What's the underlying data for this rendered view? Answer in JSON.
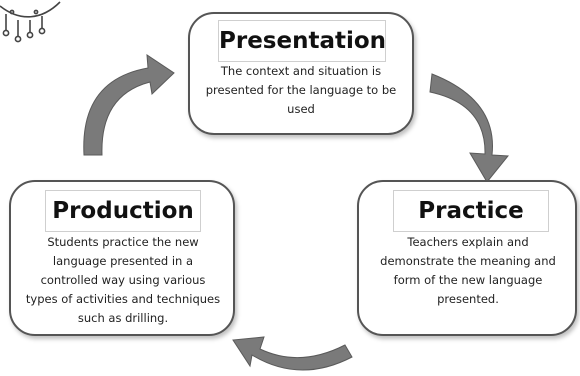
{
  "colors": {
    "arrow_fill": "#7a7a7a",
    "box_border": "#555555",
    "title_border": "#cfcfcf",
    "decoration": "#444444"
  },
  "icons": [
    "circuit-decoration-icon"
  ],
  "stages": {
    "presentation": {
      "title": "Presentation",
      "text": [
        "The context and situation is",
        "presented for the language to be",
        "used"
      ]
    },
    "production": {
      "title": "Production",
      "text": [
        "Students practice the new",
        "language presented in a",
        "controlled way using various",
        "types of activities and techniques",
        "such as drilling."
      ]
    },
    "practice": {
      "title": "Practice",
      "text": [
        "Teachers explain and",
        "demonstrate the meaning and",
        "form of the new language",
        "presented."
      ]
    }
  }
}
